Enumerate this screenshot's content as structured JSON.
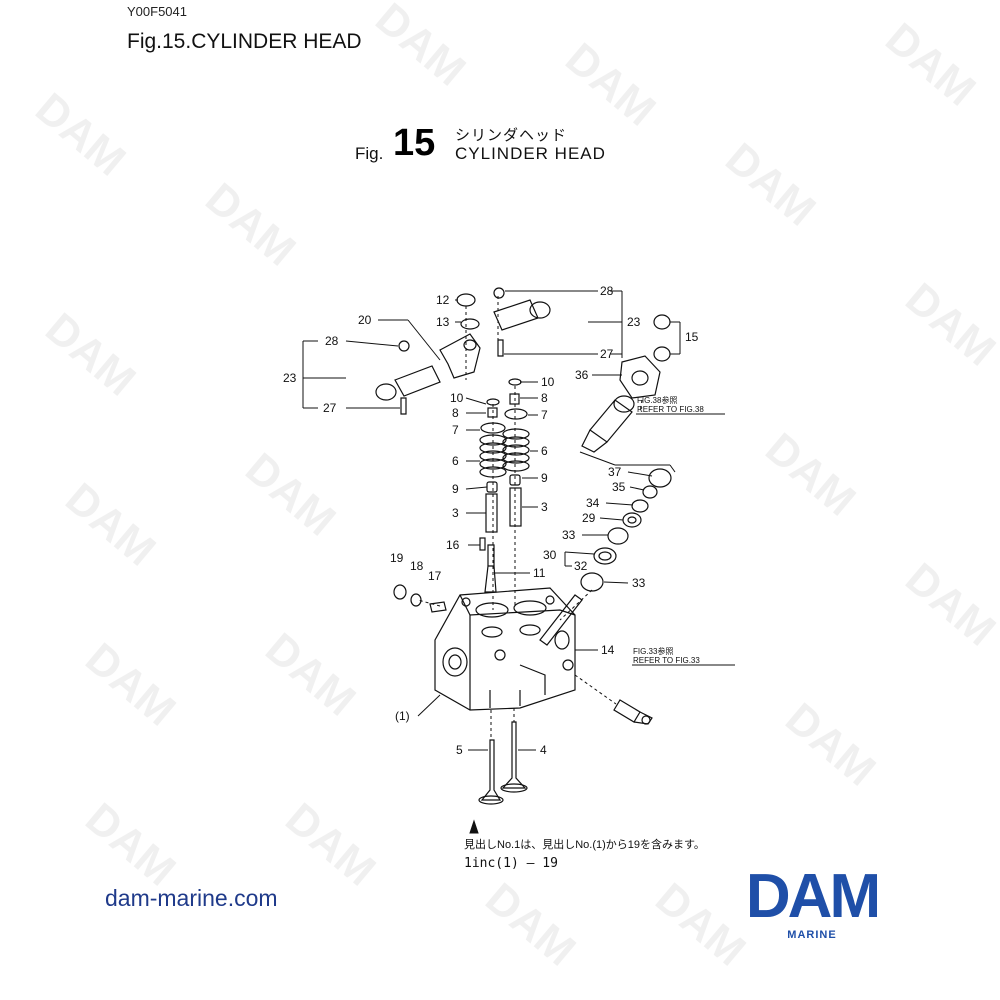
{
  "document": {
    "code": "Y00F5041",
    "title": "Fig.15.CYLINDER HEAD"
  },
  "figure": {
    "prefix": "Fig.",
    "number": "15",
    "title_ja": "シリンダヘッド",
    "title_en": "CYLINDER HEAD"
  },
  "references": {
    "fig38_ja": "FIG.38参照",
    "fig38_en": "REFER TO FIG.38",
    "fig33_ja": "FIG.33参照",
    "fig33_en": "REFER TO FIG.33"
  },
  "callouts": {
    "c1": "(1)",
    "c3a": "3",
    "c3b": "3",
    "c4": "4",
    "c5": "5",
    "c6a": "6",
    "c6b": "6",
    "c7a": "7",
    "c7b": "7",
    "c8a": "8",
    "c8b": "8",
    "c9a": "9",
    "c9b": "9",
    "c10a": "10",
    "c10b": "10",
    "c11": "11",
    "c12": "12",
    "c13": "13",
    "c14": "14",
    "c15": "15",
    "c16": "16",
    "c17": "17",
    "c18": "18",
    "c19": "19",
    "c20": "20",
    "c23a": "23",
    "c23b": "23",
    "c27a": "27",
    "c27b": "27",
    "c28a": "28",
    "c28b": "28",
    "c29": "29",
    "c30": "30",
    "c32": "32",
    "c33a": "33",
    "c33b": "33",
    "c34": "34",
    "c35": "35",
    "c36": "36",
    "c37": "37"
  },
  "note": {
    "japanese": "見出しNo.1は、見出しNo.(1)から19を含みます。",
    "inc": "1inc(1) ― 19"
  },
  "footer": {
    "website": "dam-marine.com",
    "logo_text": "DAM",
    "logo_subtext": "MARINE"
  },
  "watermark": {
    "text": "DAM"
  },
  "colors": {
    "brand_blue": "#1f4fa8",
    "link_blue": "#1f3a8a",
    "line": "#111111"
  }
}
